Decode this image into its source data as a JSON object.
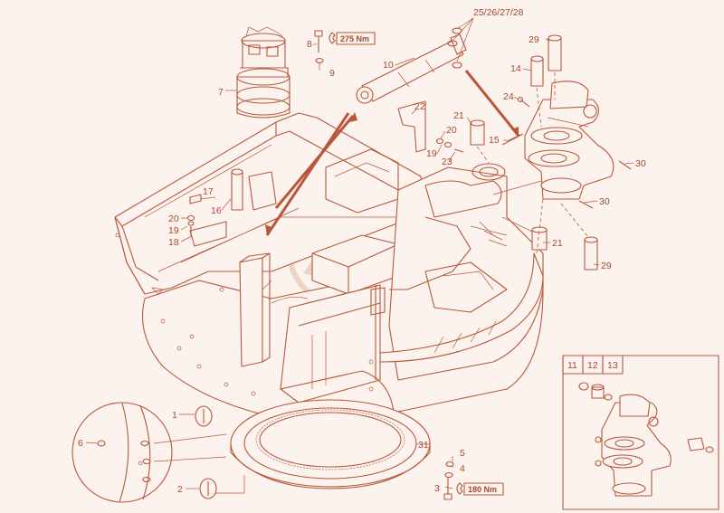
{
  "colors": {
    "line": "#b8573a",
    "text": "#a54a2f",
    "background": "#fcf3ee"
  },
  "callouts": {
    "c1": "1",
    "c2": "2",
    "c3": "3",
    "c4": "4",
    "c5": "5",
    "c6": "6",
    "c7": "7",
    "c8": "8",
    "c9": "9",
    "c10": "10",
    "c14": "14",
    "c15": "15",
    "c16": "16",
    "c17": "17",
    "c18": "18",
    "c19a": "19",
    "c20a": "20",
    "c19b": "19",
    "c20b": "20",
    "c21a": "21",
    "c21b": "21",
    "c22": "22",
    "c23": "23",
    "c24": "24",
    "c29a": "29",
    "c29b": "29",
    "c30a": "30",
    "c30b": "30",
    "c31": "31",
    "c25_28": "25/26/27/28"
  },
  "torque": {
    "t1": "275 Nm",
    "t2": "180 Nm"
  },
  "inset": {
    "h11": "11",
    "h12": "12",
    "h13": "13"
  }
}
